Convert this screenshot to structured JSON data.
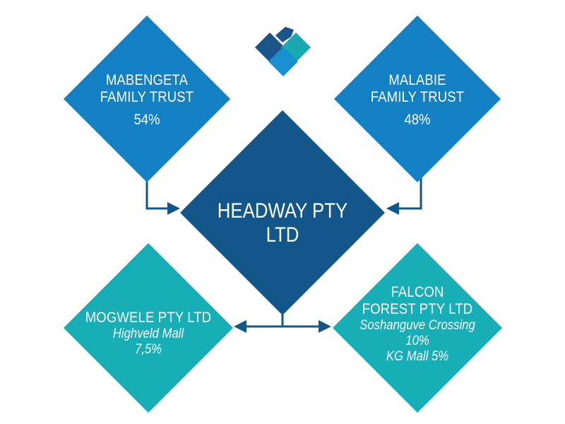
{
  "colors": {
    "navy": "#12568a",
    "blue": "#1380c3",
    "teal": "#17aeb6",
    "logo_dark": "#1b5488",
    "logo_teal": "#1aa8b3",
    "logo_blue": "#1a8fd0"
  },
  "center": {
    "name": "HEADWAY PTY LTD"
  },
  "top_left": {
    "name_line1": "MABENGETA",
    "name_line2": "FAMILY TRUST",
    "percent": "54%"
  },
  "top_right": {
    "name_line1": "MALABIE",
    "name_line2": "FAMILY TRUST",
    "percent": "48%"
  },
  "bottom_left": {
    "name": "MOGWELE PTY LTD",
    "asset": "Highveld Mall",
    "percent": "7,5%"
  },
  "bottom_right": {
    "name_line1": "FALCON",
    "name_line2": "FOREST PTY LTD",
    "asset1": "Soshanguve Crossing",
    "percent1": "10%",
    "asset2": "KG Mall 5%"
  },
  "logo": {
    "icon": "company-logo-diamond-icon"
  }
}
